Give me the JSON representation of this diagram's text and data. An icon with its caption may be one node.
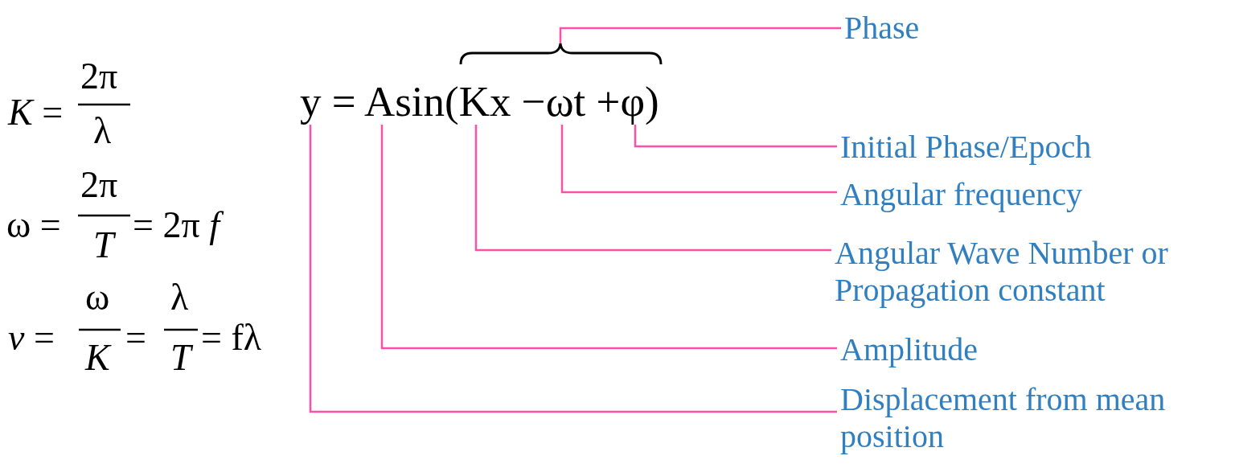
{
  "diagram": {
    "nodes": [
      {
        "text": [
          "Phase"
        ]
      },
      {
        "text": [
          "Initial Phase/Epoch"
        ]
      },
      {
        "text": [
          "Angular frequency"
        ]
      },
      {
        "text": [
          "Angular Wave Number or Propagation constant"
        ]
      },
      {
        "text": [
          "Amplitude"
        ]
      },
      {
        "text": [
          "Displacement from mean position"
        ]
      },
      {
        "text": [
          "y = Asin(Kx −ωt +φ)"
        ]
      },
      {
        "text": [],
        "shape": "brace"
      }
    ],
    "edges": [
      {
        "from": 0,
        "to": 7,
        "arrow": "none"
      },
      {
        "from": 1,
        "to": 6,
        "arrow": "none"
      },
      {
        "from": 2,
        "to": 6,
        "arrow": "none"
      },
      {
        "from": 3,
        "to": 6,
        "arrow": "none"
      },
      {
        "from": 4,
        "to": 6,
        "arrow": "none"
      },
      {
        "from": 5,
        "to": 6,
        "arrow": "none"
      }
    ],
    "labels": [
      "*K* =",
      "2π",
      "λ",
      "ω =",
      "2π",
      "*T*",
      "= 2π *f*",
      "*v* =",
      "ω",
      "*K*",
      "=",
      "λ",
      "*T*",
      "= fλ"
    ]
  }
}
